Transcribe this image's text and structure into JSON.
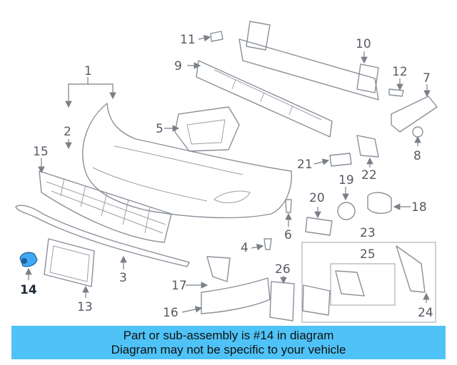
{
  "callouts": [
    "1",
    "2",
    "3",
    "4",
    "5",
    "6",
    "7",
    "8",
    "9",
    "10",
    "11",
    "12",
    "13",
    "14",
    "15",
    "16",
    "17",
    "18",
    "19",
    "20",
    "21",
    "22",
    "23",
    "24",
    "25",
    "26"
  ],
  "highlight_callout": "14",
  "highlight_color": "#3fa9f5",
  "banner": {
    "line1": "Part or sub-assembly is #14 in diagram",
    "line2": "Diagram may not be specific to your vehicle",
    "background": "#4fc3f7"
  }
}
